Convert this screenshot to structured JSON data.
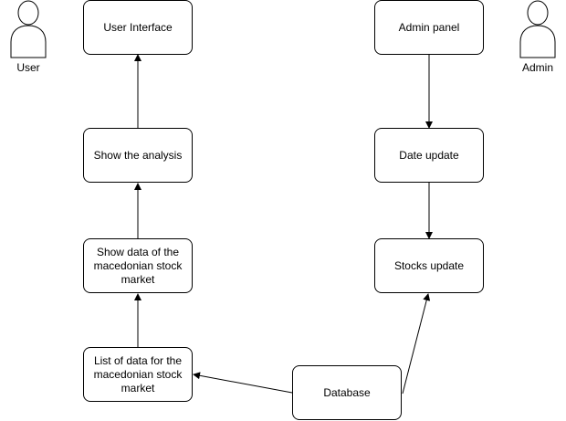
{
  "actors": {
    "user": {
      "label": "User"
    },
    "admin": {
      "label": "Admin"
    }
  },
  "nodes": {
    "user_interface": "User Interface",
    "show_analysis": "Show the analysis",
    "show_data": "Show data of the macedonian stock market",
    "list_data": "List of data for the macedonian stock market",
    "admin_panel": "Admin panel",
    "date_update": "Date update",
    "stocks_update": "Stocks update",
    "database": "Database"
  },
  "colors": {
    "stroke": "#000000",
    "fill": "#ffffff"
  }
}
